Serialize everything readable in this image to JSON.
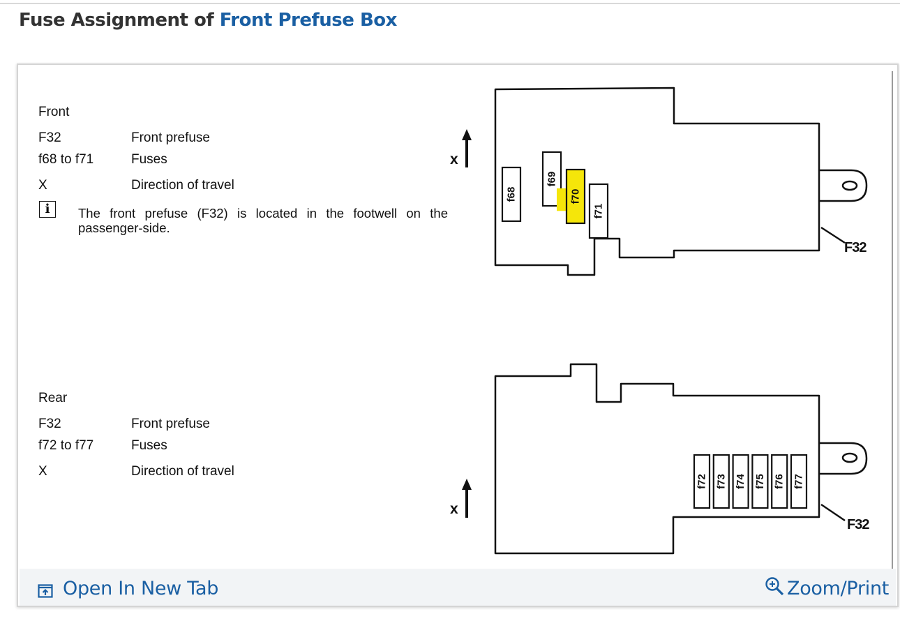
{
  "page": {
    "title_prefix": "Fuse Assignment of ",
    "title_highlight": "Front Prefuse Box"
  },
  "front_section": {
    "heading": "Front",
    "rows": [
      {
        "key": "F32",
        "desc": "Front prefuse"
      },
      {
        "key": "f68 to f71",
        "desc": "Fuses"
      },
      {
        "key": "X",
        "desc": "Direction of travel"
      }
    ],
    "info_glyph": "i",
    "note": "The front prefuse (F32) is located in the footwell on the passenger-side."
  },
  "rear_section": {
    "heading": "Rear",
    "rows": [
      {
        "key": "F32",
        "desc": "Front prefuse"
      },
      {
        "key": "f72 to f77",
        "desc": "Fuses"
      },
      {
        "key": "X",
        "desc": "Direction of travel"
      }
    ]
  },
  "front_diagram": {
    "direction_label": "x",
    "prefuse_label": "F32",
    "fuses": [
      {
        "label": "f68",
        "highlighted": false
      },
      {
        "label": "f69",
        "highlighted": false
      },
      {
        "label": "f70",
        "highlighted": true
      },
      {
        "label": "f71",
        "highlighted": false
      }
    ]
  },
  "rear_diagram": {
    "direction_label": "x",
    "prefuse_label": "F32",
    "fuses": [
      {
        "label": "f72"
      },
      {
        "label": "f73"
      },
      {
        "label": "f74"
      },
      {
        "label": "f75"
      },
      {
        "label": "f76"
      },
      {
        "label": "f77"
      }
    ]
  },
  "footer": {
    "open_new_tab": "Open In New Tab",
    "zoom_print": "Zoom/Print",
    "open_icon": "open-in-new-tab-icon",
    "zoom_icon": "zoom-in-icon"
  },
  "colors": {
    "link": "#1a5fa3",
    "highlight": "#f5e60a",
    "title_text": "#333333",
    "footer_bg": "#f2f4f6"
  }
}
